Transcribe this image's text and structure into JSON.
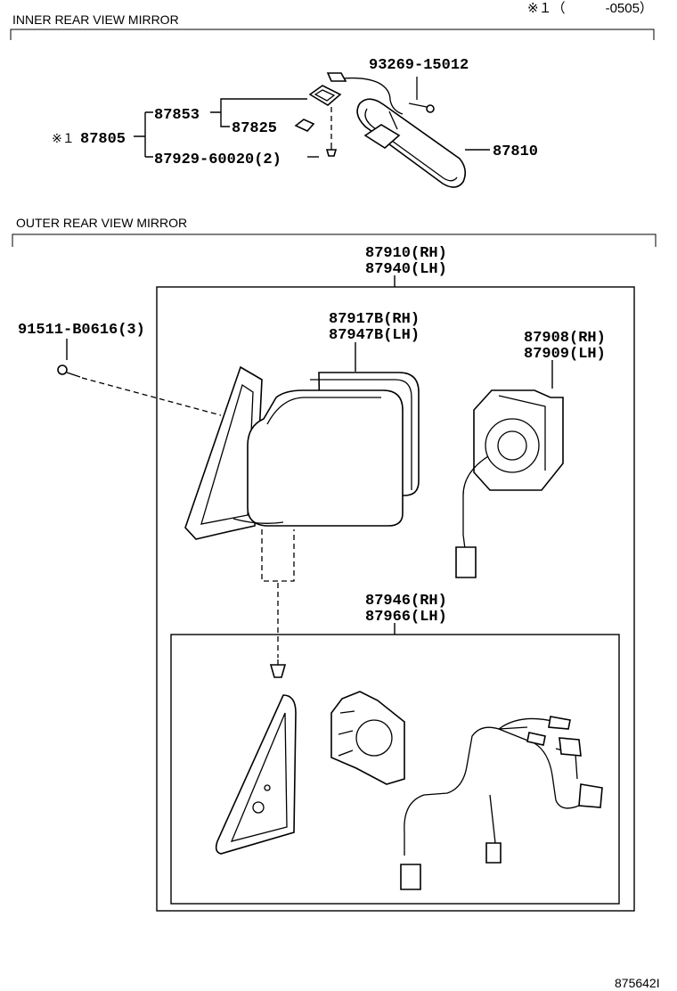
{
  "header": {
    "note": "※１（　　　-0505）"
  },
  "sections": {
    "inner": {
      "title": "INNER REAR VIEW MIRROR"
    },
    "outer": {
      "title": "OUTER REAR VIEW MIRROR"
    }
  },
  "parts": {
    "p93269": "93269-15012",
    "p87853": "87853",
    "p87825": "87825",
    "p87805": "87805",
    "p87805_mark": "※１",
    "p87929": "87929-60020(2)",
    "p87810": "87810",
    "p87910": "87910(RH)",
    "p87940": "87940(LH)",
    "p91511": "91511-B0616(3)",
    "p87917": "87917B(RH)",
    "p87947": "87947B(LH)",
    "p87908": "87908(RH)",
    "p87909": "87909(LH)",
    "p87946": "87946(RH)",
    "p87966": "87966(LH)"
  },
  "footer": {
    "diagram_id": "875642I"
  }
}
